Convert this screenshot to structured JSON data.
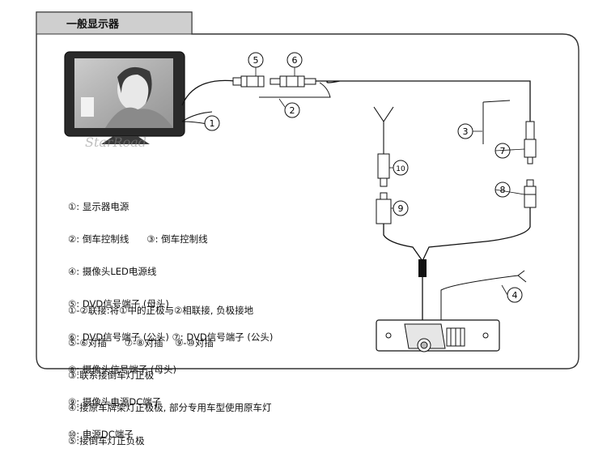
{
  "header": {
    "title": "一般显示器"
  },
  "monitor": {
    "brand_watermark": "StarRoad"
  },
  "callouts": {
    "c1": "1",
    "c2": "2",
    "c3": "3",
    "c4": "4",
    "c5": "5",
    "c6": "6",
    "c7": "7",
    "c8": "8",
    "c9": "9",
    "c10": "10"
  },
  "legend": [
    "①: 显示器电源",
    "②: 倒车控制线      ③: 倒车控制线",
    "④: 摄像头LED电源线",
    "⑤: DVD信号端子 (母头)",
    "⑥: DVD信号端子 (公头) ⑦: DVD信号端子 (公头)",
    "⑧: 摄像头信号端子 (母头)",
    "⑨: 摄像头电源DC端子",
    "⑩: 电源DC端子"
  ],
  "notes": [
    "①-②联接:将①中的正极与②相联接, 负极接地",
    "⑤-⑥对插      ⑦-⑧对插    ⑨-⑩对插",
    "③:联系接倒车灯正极",
    "④:接原车牌架灯正极极, 部分专用车型使用原车灯",
    "⑤:接倒车灯正负极"
  ]
}
